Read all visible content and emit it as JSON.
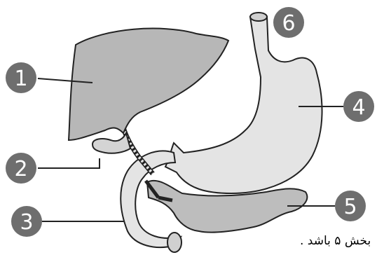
{
  "diagram": {
    "markers": [
      {
        "id": "1",
        "label": "1"
      },
      {
        "id": "2",
        "label": "2"
      },
      {
        "id": "3",
        "label": "3"
      },
      {
        "id": "4",
        "label": "4"
      },
      {
        "id": "5",
        "label": "5"
      },
      {
        "id": "6",
        "label": "6"
      }
    ],
    "caption": "بخش ۵ باشد ."
  },
  "colors": {
    "liver": "#b7b7b7",
    "stomach": "#e4e4e4",
    "pancreas": "#bdbdbd",
    "outline": "#222222",
    "marker_fill": "#6e6e6e",
    "marker_text": "#ffffff"
  }
}
